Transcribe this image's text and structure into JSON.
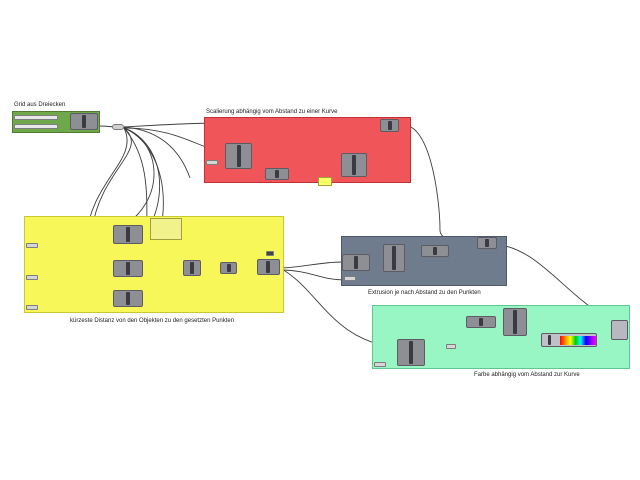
{
  "groups": {
    "grid": {
      "label": "Grid aus Dreiecken",
      "color": "#6fa84a"
    },
    "scale": {
      "label": "Scalierung abhängig vom Abstand zu einer Kurve",
      "color": "#f0555a"
    },
    "distance": {
      "label": "kürzeste Distanz von den Objekten zu den gesetzten Punkten",
      "color": "#f7f75a"
    },
    "extrusion": {
      "label": "Extrusion je nach Abstand zu den Punkten",
      "color": "#6e7c8e"
    },
    "color": {
      "label": "Farbe abhängig vom Abstand zur Kurve",
      "color": "#98f5c4"
    }
  }
}
